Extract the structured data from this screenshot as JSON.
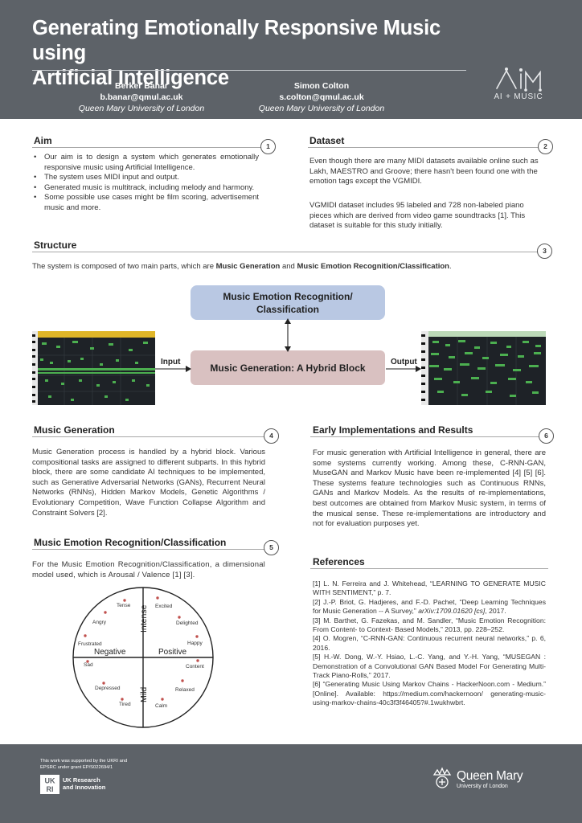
{
  "header": {
    "title_line1": "Generating Emotionally Responsive Music using",
    "title_line2": "Artificial Intelligence",
    "authors": [
      {
        "name": "Berker Banar",
        "email": "b.banar@qmul.ac.uk",
        "affiliation": "Queen Mary University of London"
      },
      {
        "name": "Simon Colton",
        "email": "s.colton@qmul.ac.uk",
        "affiliation": "Queen Mary University of London"
      }
    ],
    "logo_sub": "AI + MUSIC"
  },
  "aim": {
    "title": "Aim",
    "num": "1",
    "bullets": [
      "Our aim is to design a system which generates emotionally responsive music using Artificial Intelligence.",
      "The system uses MIDI input and output.",
      "Generated music is multitrack, including melody and harmony.",
      "Some possible use cases might be film scoring, advertisement music and more."
    ]
  },
  "dataset": {
    "title": "Dataset",
    "num": "2",
    "p1": "Even though there are many MIDI datasets available online such as Lakh, MAESTRO and Groove; there hasn't been found one with the emotion tags except the VGMIDI.",
    "p2": "VGMIDI dataset includes 95 labeled and 728 non-labeled piano pieces which are derived from video game soundtracks [1]. This dataset is suitable for this study initially."
  },
  "structure": {
    "title": "Structure",
    "num": "3",
    "intro_pre": "The system is composed of two main parts, which are ",
    "intro_b1": "Music Generation",
    "intro_mid": " and ",
    "intro_b2": "Music Emotion Recognition/Classification",
    "intro_post": ".",
    "box_top": "Music Emotion Recognition/ Classification",
    "box_bottom": "Music Generation: A Hybrid Block",
    "input_label": "Input",
    "output_label": "Output"
  },
  "music_generation": {
    "title": "Music Generation",
    "num": "4",
    "text": "Music Generation process is handled by a hybrid block. Various compositional tasks are assigned to different subparts. In this hybrid block, there are some candidate AI techniques to be implemented, such as Generative Adversarial Networks (GANs), Recurrent Neural Networks (RNNs), Hidden Markov Models, Genetic Algorithms / Evolutionary Competition, Wave Function Collapse Algorithm and Constraint Solvers [2]."
  },
  "emotion": {
    "title": "Music Emotion Recognition/Classification",
    "num": "5",
    "text": "For the Music Emotion Recognition/Classification, a dimensional model used, which is Arousal / Valence [1] [3].",
    "axis_intense": "Intense",
    "axis_mild": "Mild",
    "axis_negative": "Negative",
    "axis_positive": "Positive",
    "emotions": [
      "Tense",
      "Excited",
      "Angry",
      "Delighted",
      "Frustrated",
      "Happy",
      "Sad",
      "Content",
      "Depressed",
      "Relaxed",
      "Tired",
      "Calm"
    ]
  },
  "early": {
    "title": "Early Implementations and Results",
    "num": "6",
    "text": "For music generation with Artificial Intelligence in general, there are some systems currently working. Among these, C-RNN-GAN, MuseGAN and Markov Music have been re-implemented [4] [5] [6]. These systems feature technologies such as Continuous RNNs, GANs and Markov Models. As the results of re-implementations, best outcomes are obtained from Markov Music system, in terms of the musical sense. These re-implementations are introductory and not for evaluation purposes yet."
  },
  "references": {
    "title": "References",
    "r1": "[1] L. N. Ferreira and J. Whitehead, “LEARNING TO GENERATE MUSIC WITH SENTIMENT,” p. 7.",
    "r2_pre": "[2] J.-P. Briot, G. Hadjeres, and F.-D. Pachet, “Deep Learning Techniques for Music Generation -- A Survey,” ",
    "r2_it": "arXiv:1709.01620 [cs]",
    "r2_post": ", 2017.",
    "r3": "[3] M. Barthet, G. Fazekas, and M. Sandler, “Music Emotion Recognition: From Content- to Context- Based Models,” 2013, pp. 228–252.",
    "r4": "[4] O. Mogren, “C-RNN-GAN: Continuous recurrent neural networks,” p. 6, 2016.",
    "r5": "[5] H.-W. Dong, W.-Y. Hsiao, L.-C. Yang, and Y.-H. Yang, “MUSEGAN : Demonstration of a Convolutional GAN Based Model For Generating Multi-Track Piano-Rolls,” 2017.",
    "r6": "[6] “Generating Music Using Markov Chains - HackerNoon.com - Medium.” [Online]. Available: https://medium.com/hackernoon/ generating-music-using-markov-chains-40c3f3f46405?#.1wukhwbrt."
  },
  "footer": {
    "support_l1": "This work was supported by the UKRI and",
    "support_l2": "EPSRC under grant EP/S022694/1",
    "ukri_mark": "UK RI",
    "ukri_l1": "UK Research",
    "ukri_l2": "and Innovation",
    "qm_name": "Queen Mary",
    "qm_sub": "University of London"
  },
  "colors": {
    "header_bg": "#5d6268",
    "box_blue": "#b9c8e3",
    "box_pink": "#d9c1c1",
    "pianoroll_note": "#4caf50"
  }
}
